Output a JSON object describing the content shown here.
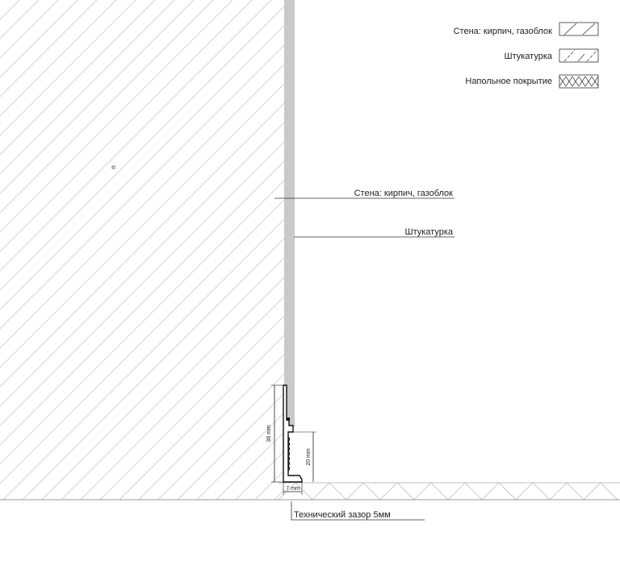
{
  "legend": {
    "items": [
      {
        "label": "Стена: кирпич, газоблок",
        "swatch": "wall-hatch"
      },
      {
        "label": "Штукатурка",
        "swatch": "plaster-hatch"
      },
      {
        "label": "Напольное покрытие",
        "swatch": "floor-hatch"
      }
    ]
  },
  "callouts": {
    "wall": "Стена: кирпич, газоблок",
    "plaster": "Штукатурка",
    "gap": "Технический зазор 5мм"
  },
  "dimensions": {
    "total_height": "38 mm",
    "inner_height": "20 mm",
    "depth": "7 mm"
  },
  "colors": {
    "line": "#222222",
    "hatch": "#cfcfcf",
    "plaster": "#c9c9c9",
    "floor_line": "#bdbdbd"
  }
}
